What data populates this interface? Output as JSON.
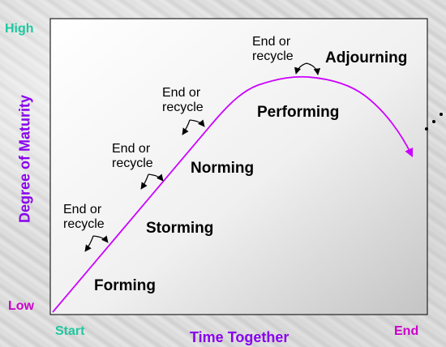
{
  "axes": {
    "y_high": "High",
    "y_low": "Low",
    "y_title": "Degree of Maturity",
    "x_start": "Start",
    "x_end": "End",
    "x_title": "Time Together"
  },
  "stages": [
    "Forming",
    "Storming",
    "Norming",
    "Performing",
    "Adjourning"
  ],
  "notes": {
    "line1": "End or",
    "line2": "recycle"
  },
  "colors": {
    "curve": "#cc00ff",
    "low_start": "#1ec8a0",
    "high": "#1ec8a0",
    "title": "#8800ee",
    "end": "#cc00cc"
  }
}
